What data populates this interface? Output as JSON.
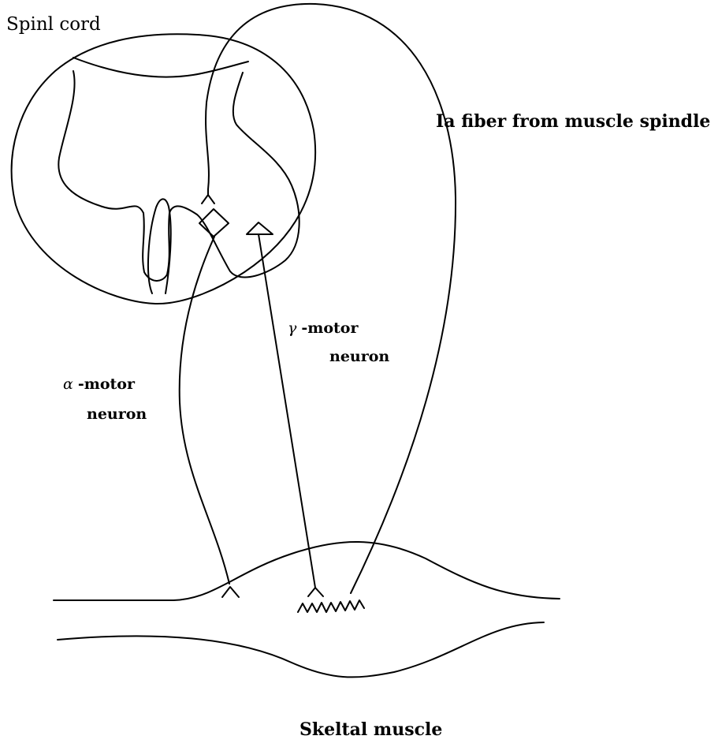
{
  "labels": {
    "spinal_cord": "Spinl cord",
    "ia_fiber": "Ia fiber from muscle spindle",
    "gamma_symbol": "γ",
    "gamma_line1": "-motor",
    "gamma_line2": "neuron",
    "alpha_symbol": "α",
    "alpha_line1": "-motor",
    "alpha_line2": "neuron",
    "skeletal_muscle": "Skeltal muscle"
  },
  "colors": {
    "line": "#000000",
    "background": "#ffffff"
  }
}
